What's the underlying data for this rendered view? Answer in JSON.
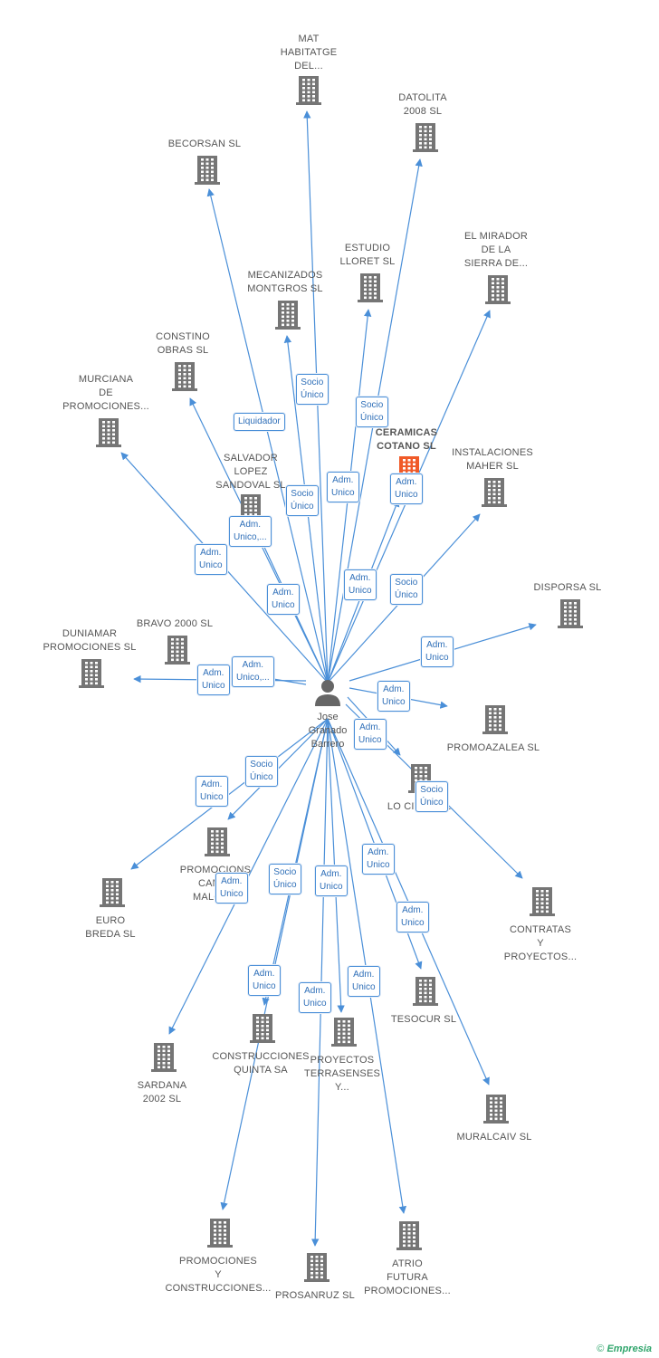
{
  "center": {
    "lines": [
      "Jose",
      "Granado",
      "Barrero"
    ]
  },
  "companies": [
    {
      "id": "mat",
      "lines": [
        "MAT",
        "HABITATGE",
        "DEL..."
      ]
    },
    {
      "id": "datolita",
      "lines": [
        "DATOLITA",
        "2008 SL"
      ]
    },
    {
      "id": "becorsan",
      "lines": [
        "BECORSAN SL"
      ]
    },
    {
      "id": "estudio",
      "lines": [
        "ESTUDIO",
        "LLORET SL"
      ]
    },
    {
      "id": "mirador",
      "lines": [
        "EL MIRADOR",
        "DE LA",
        "SIERRA DE..."
      ]
    },
    {
      "id": "mecanizados",
      "lines": [
        "MECANIZADOS",
        "MONTGROS SL"
      ]
    },
    {
      "id": "constino",
      "lines": [
        "CONSTINO",
        "OBRAS  SL"
      ]
    },
    {
      "id": "murciana",
      "lines": [
        "MURCIANA",
        "DE",
        "PROMOCIONES..."
      ]
    },
    {
      "id": "ceramicas",
      "lines": [
        "CERAMICAS",
        "COTANO SL"
      ],
      "focus": true
    },
    {
      "id": "instalaciones",
      "lines": [
        "INSTALACIONES",
        "MAHER SL"
      ]
    },
    {
      "id": "salvador",
      "lines": [
        "SALVADOR",
        "LOPEZ",
        "SANDOVAL  SL"
      ]
    },
    {
      "id": "disporsa",
      "lines": [
        "DISPORSA SL"
      ]
    },
    {
      "id": "bravo",
      "lines": [
        "BRAVO 2000 SL"
      ]
    },
    {
      "id": "duniamar",
      "lines": [
        "DUNIAMAR",
        "PROMOCIONES SL"
      ]
    },
    {
      "id": "promoazalea",
      "lines": [
        "PROMOAZALEA SL"
      ]
    },
    {
      "id": "locita",
      "lines": [
        "LO CITA... SL"
      ]
    },
    {
      "id": "promocions",
      "lines": [
        "PROMOCIONS",
        "CAMI...",
        "MALGR..."
      ]
    },
    {
      "id": "euro",
      "lines": [
        "EURO",
        "BREDA SL"
      ]
    },
    {
      "id": "contratas",
      "lines": [
        "CONTRATAS",
        "Y",
        "PROYECTOS..."
      ]
    },
    {
      "id": "tesocur",
      "lines": [
        "TESOCUR SL"
      ]
    },
    {
      "id": "construcciones",
      "lines": [
        "CONSTRUCCIONES",
        "QUINTA SA"
      ]
    },
    {
      "id": "proyectos",
      "lines": [
        "PROYECTOS",
        "TERRASENSES",
        "Y..."
      ]
    },
    {
      "id": "sardana",
      "lines": [
        "SARDANA",
        "2002 SL"
      ]
    },
    {
      "id": "muralcaiv",
      "lines": [
        "MURALCAIV  SL"
      ]
    },
    {
      "id": "promociones",
      "lines": [
        "PROMOCIONES",
        "Y",
        "CONSTRUCCIONES..."
      ]
    },
    {
      "id": "prosanruz",
      "lines": [
        "PROSANRUZ SL"
      ]
    },
    {
      "id": "atrio",
      "lines": [
        "ATRIO",
        "FUTURA",
        "PROMOCIONES..."
      ]
    }
  ],
  "relations": [
    {
      "id": "r-mecanizados",
      "lines": [
        "Socio",
        "Único"
      ]
    },
    {
      "id": "r-estudio",
      "lines": [
        "Socio",
        "Único"
      ]
    },
    {
      "id": "r-becorsan",
      "lines": [
        "Liquidador"
      ]
    },
    {
      "id": "r-ceramicas",
      "lines": [
        "Adm.",
        "Unico"
      ]
    },
    {
      "id": "r-mat",
      "lines": [
        "Adm.",
        "Unico"
      ]
    },
    {
      "id": "r-datolita",
      "lines": [
        "Socio",
        "Único"
      ]
    },
    {
      "id": "r-salvador",
      "lines": [
        "Adm.",
        "Unico,..."
      ]
    },
    {
      "id": "r-murciana",
      "lines": [
        "Adm.",
        "Unico"
      ]
    },
    {
      "id": "r-mirador",
      "lines": [
        "Adm.",
        "Unico"
      ]
    },
    {
      "id": "r-instalaciones",
      "lines": [
        "Socio",
        "Único"
      ]
    },
    {
      "id": "r-constino",
      "lines": [
        "Adm.",
        "Unico"
      ]
    },
    {
      "id": "r-disporsa",
      "lines": [
        "Adm.",
        "Unico"
      ]
    },
    {
      "id": "r-bravo",
      "lines": [
        "Adm.",
        "Unico,..."
      ]
    },
    {
      "id": "r-duniamar",
      "lines": [
        "Adm.",
        "Unico"
      ]
    },
    {
      "id": "r-promoazalea",
      "lines": [
        "Adm.",
        "Unico"
      ]
    },
    {
      "id": "r-locita",
      "lines": [
        "Adm.",
        "Unico"
      ]
    },
    {
      "id": "r-contratas",
      "lines": [
        "Socio",
        "Único"
      ]
    },
    {
      "id": "r-promocions",
      "lines": [
        "Socio",
        "Único"
      ]
    },
    {
      "id": "r-euro",
      "lines": [
        "Adm.",
        "Unico"
      ]
    },
    {
      "id": "r-sardana",
      "lines": [
        "Adm.",
        "Unico"
      ]
    },
    {
      "id": "r-construcciones",
      "lines": [
        "Socio",
        "Único"
      ]
    },
    {
      "id": "r-proyectos",
      "lines": [
        "Adm.",
        "Unico"
      ]
    },
    {
      "id": "r-tesocur",
      "lines": [
        "Adm.",
        "Unico"
      ]
    },
    {
      "id": "r-muralcaiv",
      "lines": [
        "Adm.",
        "Unico"
      ]
    },
    {
      "id": "r-promociones",
      "lines": [
        "Adm.",
        "Unico"
      ]
    },
    {
      "id": "r-prosanruz",
      "lines": [
        "Adm.",
        "Unico"
      ]
    },
    {
      "id": "r-atrio",
      "lines": [
        "Adm.",
        "Unico"
      ]
    }
  ],
  "footer": {
    "copyright": "©",
    "brand": "Empresia"
  },
  "colors": {
    "edge": "#4a8fd8",
    "building": "#757575",
    "focus_building": "#f05a28",
    "person": "#666666"
  }
}
